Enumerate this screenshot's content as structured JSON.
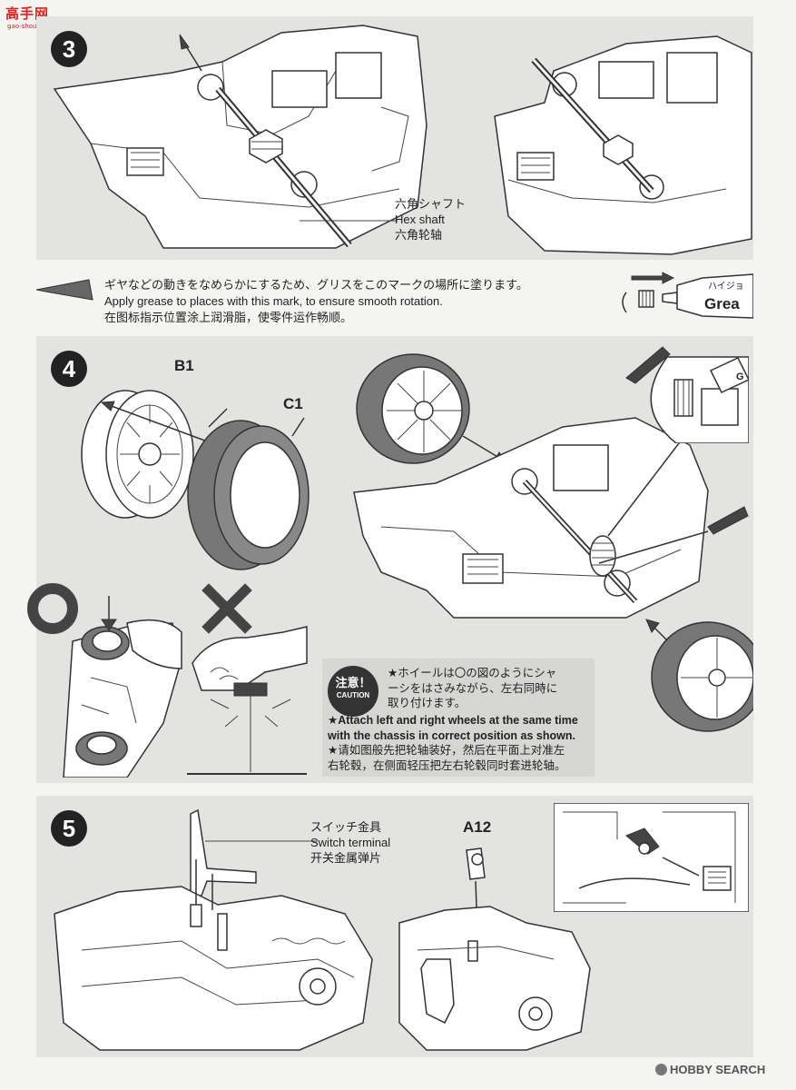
{
  "logo": {
    "text": "高手网",
    "sub": "gao-shou.com"
  },
  "steps": [
    {
      "number": "3"
    },
    {
      "number": "4"
    },
    {
      "number": "5"
    }
  ],
  "step3": {
    "hex_shaft_label": [
      "六角シャフト",
      "Hex shaft",
      "六角轮轴"
    ]
  },
  "grease_note": {
    "lines": [
      "ギヤなどの動きをなめらかにするため、グリスをこのマークの場所に塗ります。",
      "Apply grease to places with this mark, to ensure smooth rotation.",
      "在图标指示位置涂上润滑脂，使零件运作畅顺。"
    ],
    "tube_label": "ハイジョ",
    "tube_label2": "Grea"
  },
  "step4": {
    "part_wheel": "B1",
    "part_tire": "C1",
    "tube_label": "G",
    "caution": {
      "badge_jp": "注意！",
      "badge_en": "CAUTION",
      "lines_jp": [
        "★ホイールは〇の図のようにシャ",
        "ーシをはさみながら、左右同時に",
        "取り付けます。"
      ],
      "lines_en": [
        "★Attach left and right wheels at the same time",
        "with the chassis in correct position as shown."
      ],
      "lines_cn": [
        "★请如图般先把轮轴装好，然后在平面上对准左",
        "右轮毂，在侧面轻压把左右轮毂同时套进轮轴。"
      ]
    }
  },
  "step5": {
    "switch_terminal_label": [
      "スイッチ金具",
      "Switch terminal",
      "开关金属弹片"
    ],
    "part_a12": "A12"
  },
  "watermark": {
    "text": "HOBBY SEARCH"
  },
  "colors": {
    "panel": "#e3e3e1",
    "ink": "#222222",
    "watermark_red": "#dd2222"
  }
}
